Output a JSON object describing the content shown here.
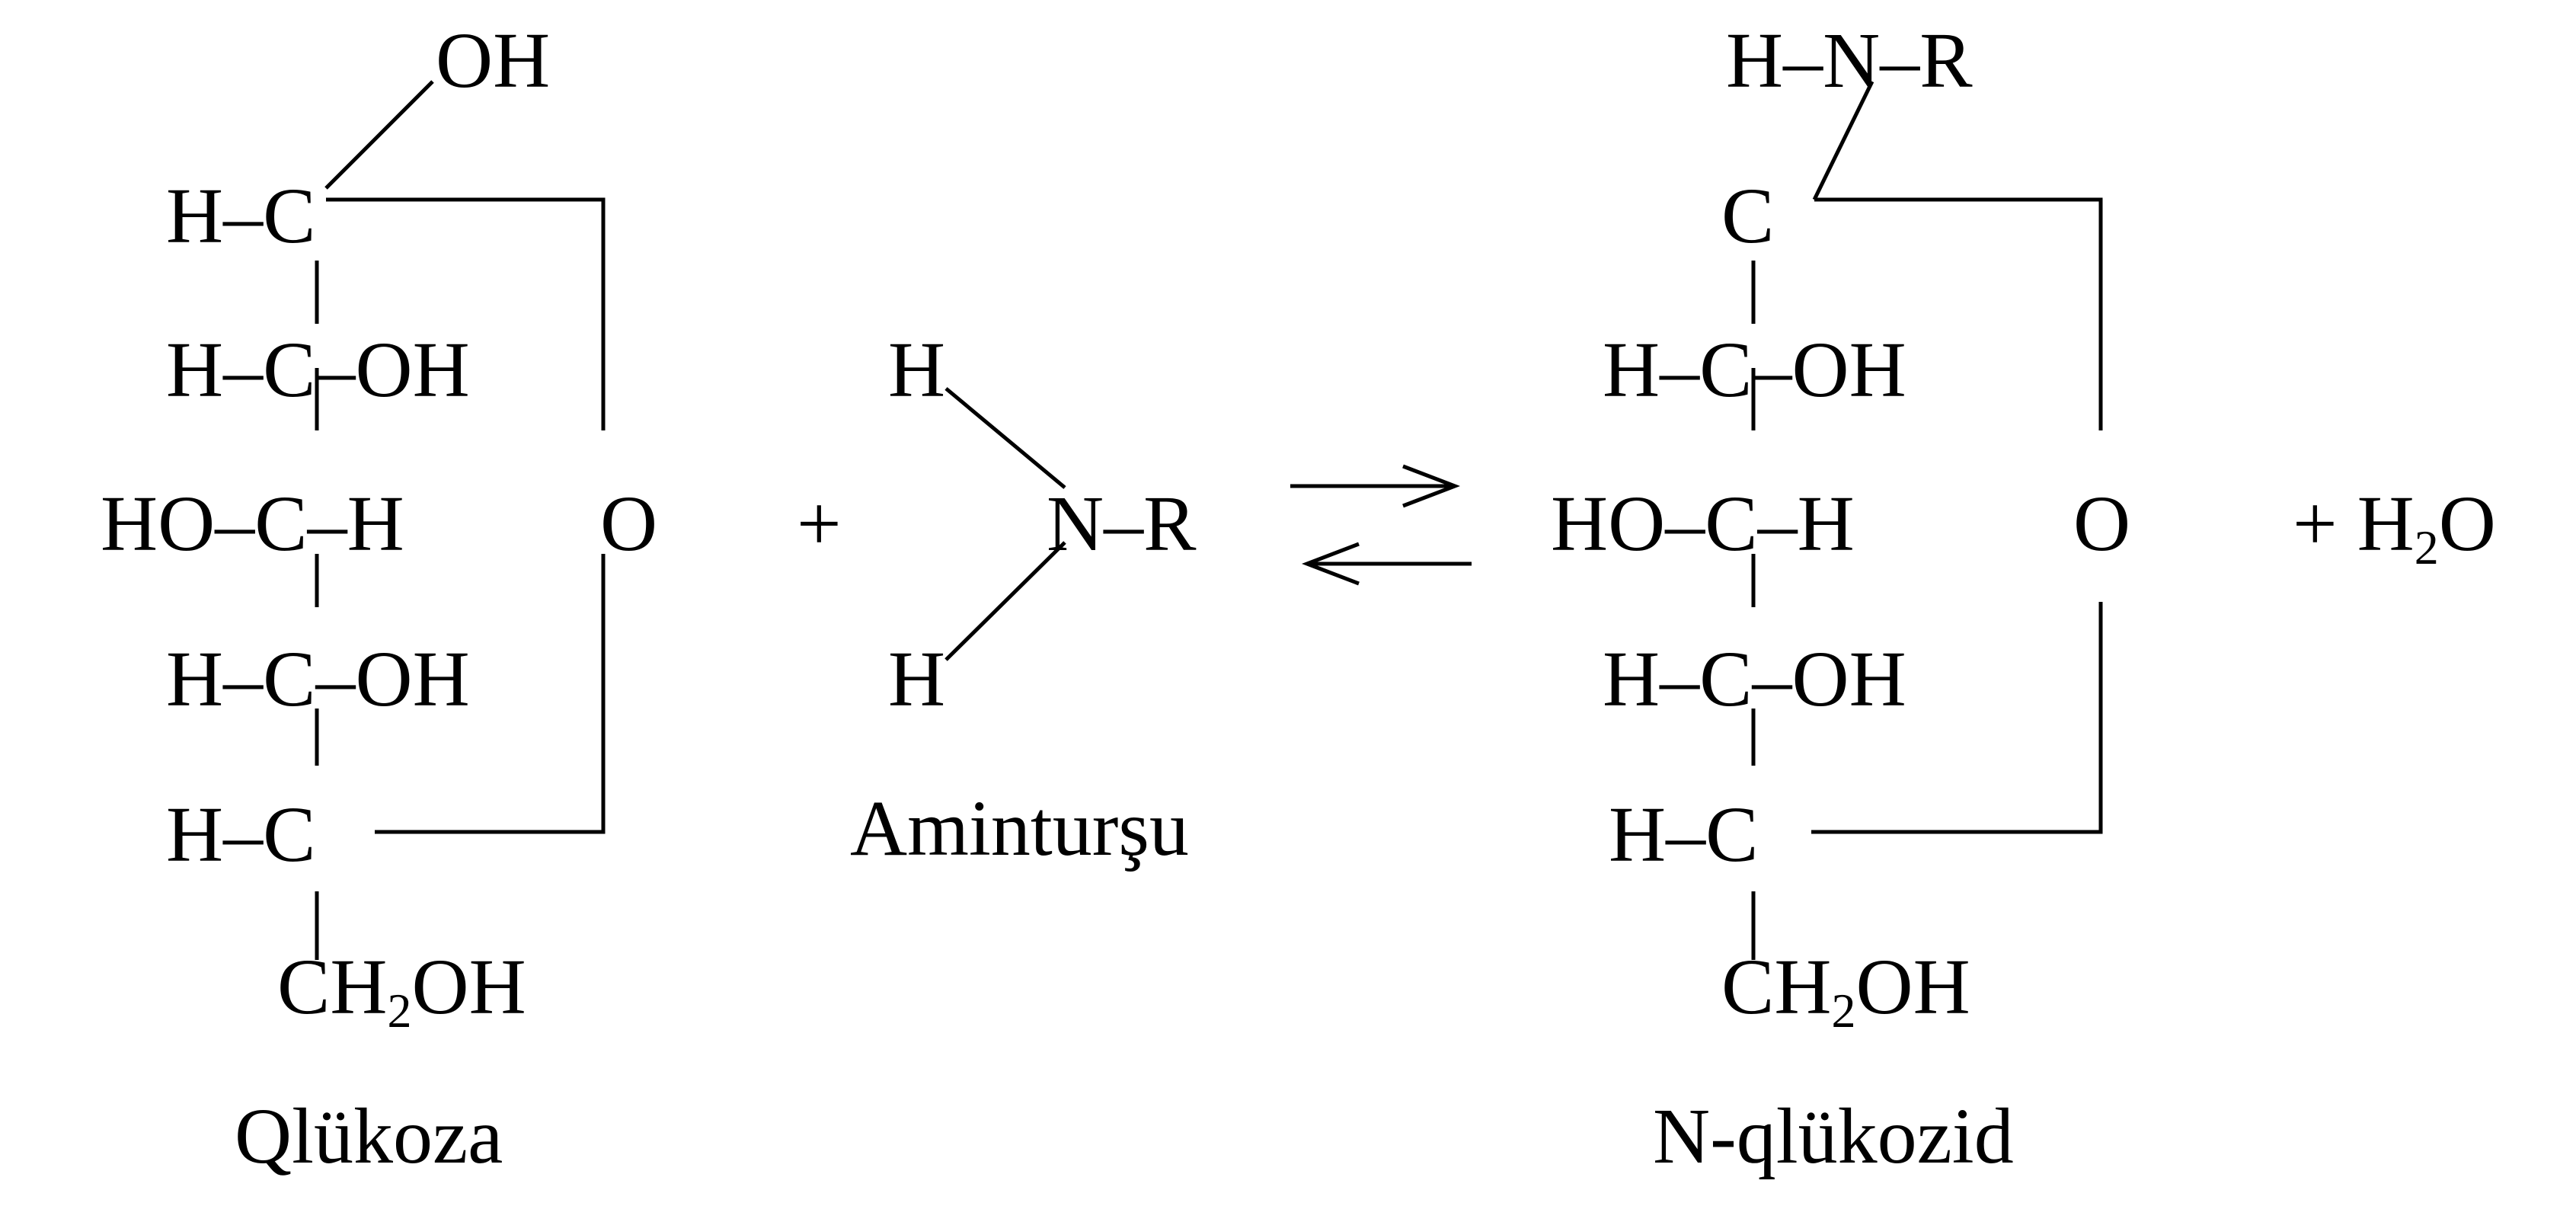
{
  "glucose": {
    "c1_top": "OH",
    "c1": "H–C",
    "c2": "H–C–OH",
    "c3": "HO–C–H",
    "c4": "H–C–OH",
    "c5": "H–C",
    "c6_main": "CH",
    "c6_sub": "2",
    "c6_tail": "OH",
    "ring_oxygen": "O",
    "name": "Qlükoza"
  },
  "plus1": "+",
  "amino_acid": {
    "h_top": "H",
    "n_group": "N–R",
    "h_bottom": "H",
    "name": "Aminturşu"
  },
  "equilibrium_arrow": "⇄",
  "glucoside": {
    "n_top": "H–N–R",
    "c1": "C",
    "c2": "H–C–OH",
    "c3": "HO–C–H",
    "c4": "H–C–OH",
    "c5": "H–C",
    "c6_main": "CH",
    "c6_sub": "2",
    "c6_tail": "OH",
    "ring_oxygen": "O",
    "name": "N-qlükozid"
  },
  "water": {
    "plus": "+ H",
    "sub": "2",
    "tail": "O"
  }
}
